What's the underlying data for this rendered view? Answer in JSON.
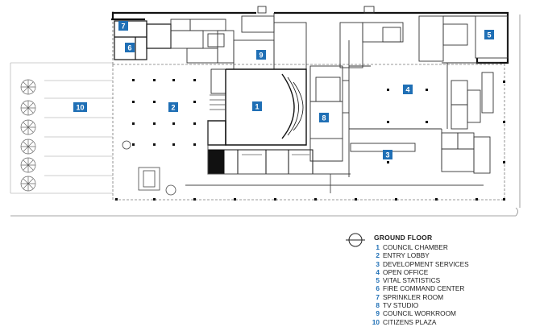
{
  "colors": {
    "badge": "#1f6fb5",
    "wall": "#111111",
    "thin_line": "#555555",
    "dashed_line": "#777777",
    "plaza_line": "#bbbbbb"
  },
  "rooms": [
    {
      "number": "1",
      "name": "COUNCIL CHAMBER"
    },
    {
      "number": "2",
      "name": "ENTRY LOBBY"
    },
    {
      "number": "3",
      "name": "DEVELOPMENT SERVICES"
    },
    {
      "number": "4",
      "name": "OPEN OFFICE"
    },
    {
      "number": "5",
      "name": "VITAL STATISTICS"
    },
    {
      "number": "6",
      "name": "FIRE COMMAND CENTER"
    },
    {
      "number": "7",
      "name": "SPRINKLER ROOM"
    },
    {
      "number": "8",
      "name": "TV STUDIO"
    },
    {
      "number": "9",
      "name": "COUNCIL WORKROOM"
    },
    {
      "number": "10",
      "name": "CITIZENS PLAZA"
    }
  ],
  "legend": {
    "title": "GROUND FLOOR",
    "compass_icon": "north-arrow-icon"
  }
}
